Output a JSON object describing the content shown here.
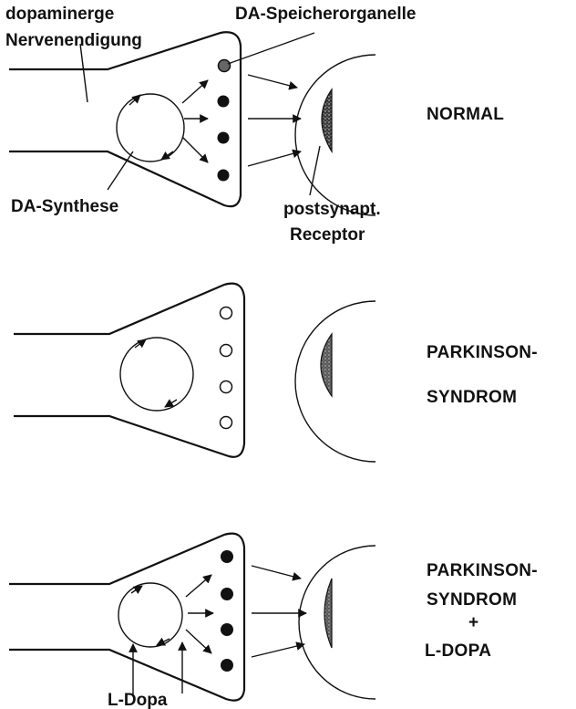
{
  "labels": {
    "dopaminergic_1": "dopaminerge",
    "dopaminergic_2": "Nervenendigung",
    "storage": "DA-Speicherorganelle",
    "synthesis": "DA-Synthese",
    "receptor_1": "postsynapt.",
    "receptor_2": "Receptor",
    "normal": "NORMAL",
    "parkinson_1": "PARKINSON-",
    "parkinson_2": "SYNDROM",
    "ldopa_1": "PARKINSON-",
    "ldopa_2": "SYNDROM",
    "ldopa_plus": "+",
    "ldopa_3": "L-DOPA",
    "ldopa_input": "L-Dopa"
  },
  "panels": [
    {
      "name": "normal",
      "vesicles": "filled",
      "receptor_fill": "stippled-dark",
      "release_arrows": true,
      "input_arrows": false
    },
    {
      "name": "parkinson",
      "vesicles": "empty",
      "receptor_fill": "stippled-dark",
      "release_arrows": false,
      "input_arrows": false
    },
    {
      "name": "parkinson-ldopa",
      "vesicles": "filled",
      "receptor_fill": "stippled",
      "release_arrows": true,
      "input_arrows": true
    }
  ],
  "colors": {
    "ink": "#111111",
    "receptor": "#555555",
    "background": "#ffffff"
  }
}
